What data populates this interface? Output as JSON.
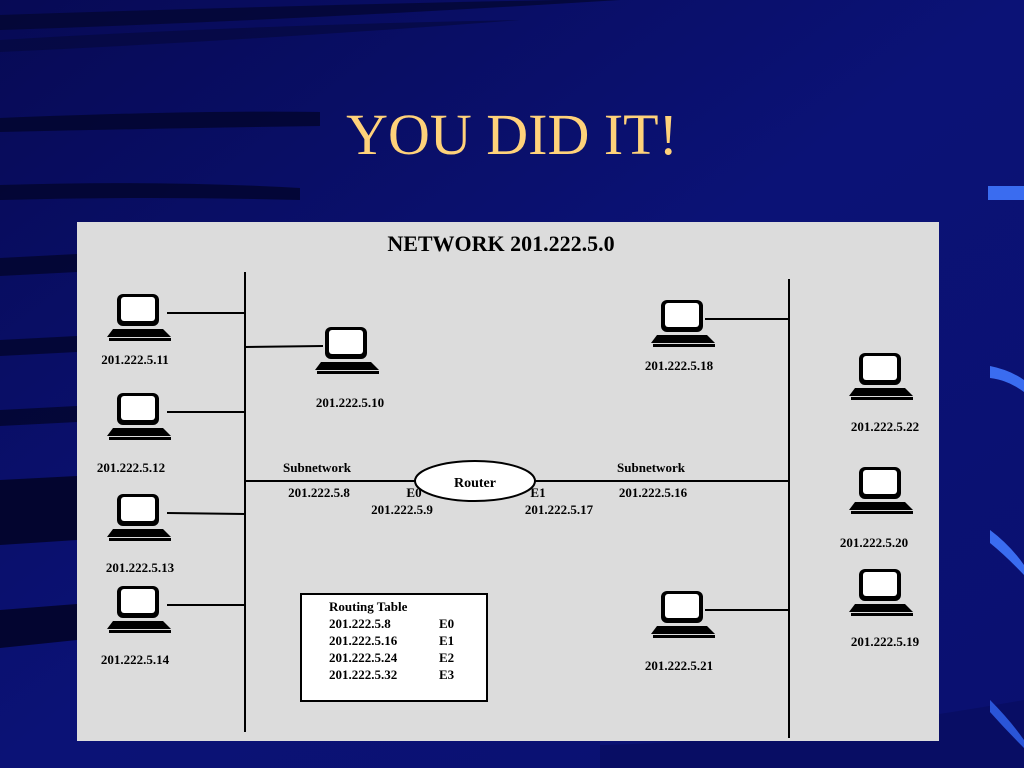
{
  "slide": {
    "title": "YOU DID IT!"
  },
  "diagram": {
    "heading": "NETWORK 201.222.5.0",
    "router_label": "Router",
    "left_subnet": {
      "label": "Subnetwork",
      "address": "201.222.5.8",
      "interface": "E0",
      "router_ip": "201.222.5.9"
    },
    "right_subnet": {
      "label": "Subnetwork",
      "address": "201.222.5.16",
      "interface": "E1",
      "router_ip": "201.222.5.17"
    },
    "hosts_left": [
      "201.222.5.11",
      "201.222.5.10",
      "201.222.5.12",
      "201.222.5.13",
      "201.222.5.14"
    ],
    "hosts_right": [
      "201.222.5.18",
      "201.222.5.22",
      "201.222.5.20",
      "201.222.5.21",
      "201.222.5.19"
    ],
    "routing_table": {
      "title": "Routing Table",
      "rows": [
        {
          "network": "201.222.5.8",
          "iface": "E0"
        },
        {
          "network": "201.222.5.16",
          "iface": "E1"
        },
        {
          "network": "201.222.5.24",
          "iface": "E2"
        },
        {
          "network": "201.222.5.32",
          "iface": "E3"
        }
      ]
    }
  }
}
